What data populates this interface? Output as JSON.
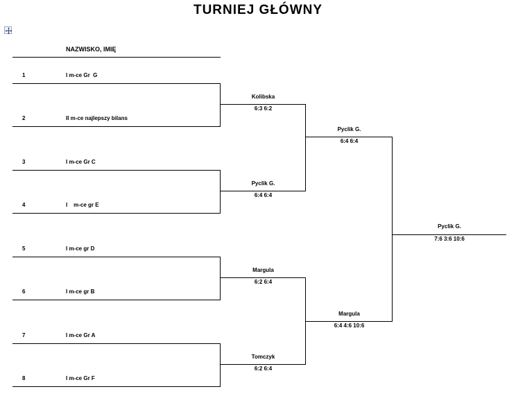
{
  "title": "TURNIEJ GŁÓWNY",
  "header": "NAZWISKO, IMIĘ",
  "seeds": [
    {
      "num": "1",
      "name": "I m-ce Gr  G"
    },
    {
      "num": "2",
      "name": "II m-ce najlepszy bilans"
    },
    {
      "num": "3",
      "name": "I m-ce Gr C"
    },
    {
      "num": "4",
      "name": "I    m-ce gr E"
    },
    {
      "num": "5",
      "name": "I m-ce gr D"
    },
    {
      "num": "6",
      "name": "I m-ce gr B"
    },
    {
      "num": "7",
      "name": "I m-ce Gr A"
    },
    {
      "num": "8",
      "name": "I m-ce Gr F"
    }
  ],
  "round2": [
    {
      "name": "Kolibska",
      "score": "6:3 6:2"
    },
    {
      "name": "Pyclik G.",
      "score": "6:4 6:4"
    },
    {
      "name": "Margula",
      "score": "6:2 6:4"
    },
    {
      "name": "Tomczyk",
      "score": "6:2 6:4"
    }
  ],
  "semis": [
    {
      "name": "Pyclik G.",
      "score": "6:4 6:4"
    },
    {
      "name": "Margula",
      "score": "6:4 4:6 10:6"
    }
  ],
  "final": {
    "name": "Pyclik G.",
    "score": "7:6 3:6 10:6"
  }
}
